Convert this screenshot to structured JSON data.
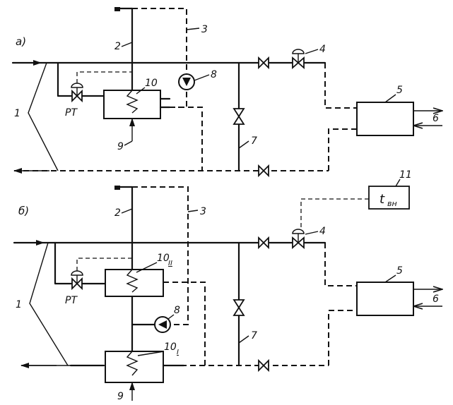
{
  "figure_a": {
    "letter": "а)",
    "labels": {
      "n1": "1",
      "n2": "2",
      "n3": "3",
      "n4": "4",
      "n5": "5",
      "n6": "6",
      "n7": "7",
      "n8": "8",
      "n9": "9",
      "n10": "10",
      "rt": "РТ"
    }
  },
  "figure_b": {
    "letter": "б)",
    "labels": {
      "n1": "1",
      "n2": "2",
      "n3": "3",
      "n4": "4",
      "n5": "5",
      "n6": "6",
      "n7": "7",
      "n8": "8",
      "n9": "9",
      "n10_upper": "10",
      "n10_upper_sub": "II",
      "n10_lower": "10",
      "n10_lower_sub": "I",
      "n11": "11",
      "rt": "РТ",
      "sensor_t": "t",
      "sensor_sub": "вн"
    }
  }
}
